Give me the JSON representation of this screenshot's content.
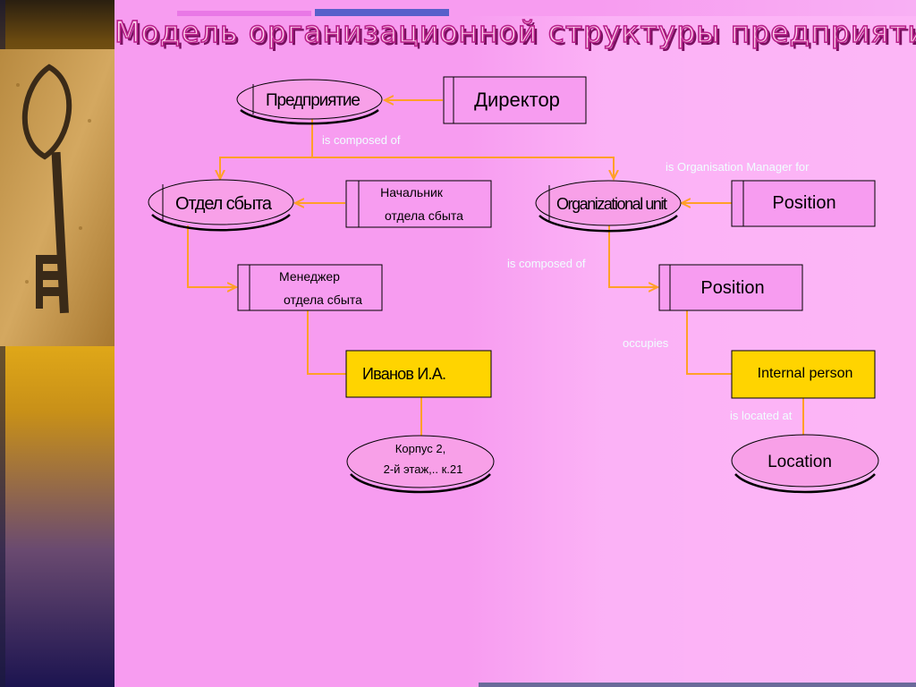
{
  "title": "Модель  организационной  структуры предприятия",
  "nodes": {
    "predpriyatie": "Предприятие",
    "direktor": "Директор",
    "otdel_sbyta": "Отдел сбыта",
    "nachalnik_l1": "Начальник",
    "nachalnik_l2": "отдела сбыта",
    "menedzher_l1": "Менеджер",
    "menedzher_l2": "отдела сбыта",
    "ivanov": "Иванов И.А.",
    "korpus_l1": "Корпус 2,",
    "korpus_l2": "2-й этаж,.. к.21",
    "org_unit": "Organizational  unit",
    "position_top": "Position",
    "position_mid": "Position",
    "internal_person": "Internal  person",
    "location": "Location"
  },
  "edges": {
    "composed_left": "is composed  of",
    "org_manager": "is Organisation  Manager  for",
    "composed_right": "is composed  of",
    "occupies": "occupies",
    "located_at": "is located  at"
  },
  "colors": {
    "connector": "#ffa028",
    "ellipse_fill": "#f8a0e8",
    "box_fill": "#f79cf0",
    "yellow_fill": "#ffd400",
    "label_text": "#f0ffff"
  }
}
